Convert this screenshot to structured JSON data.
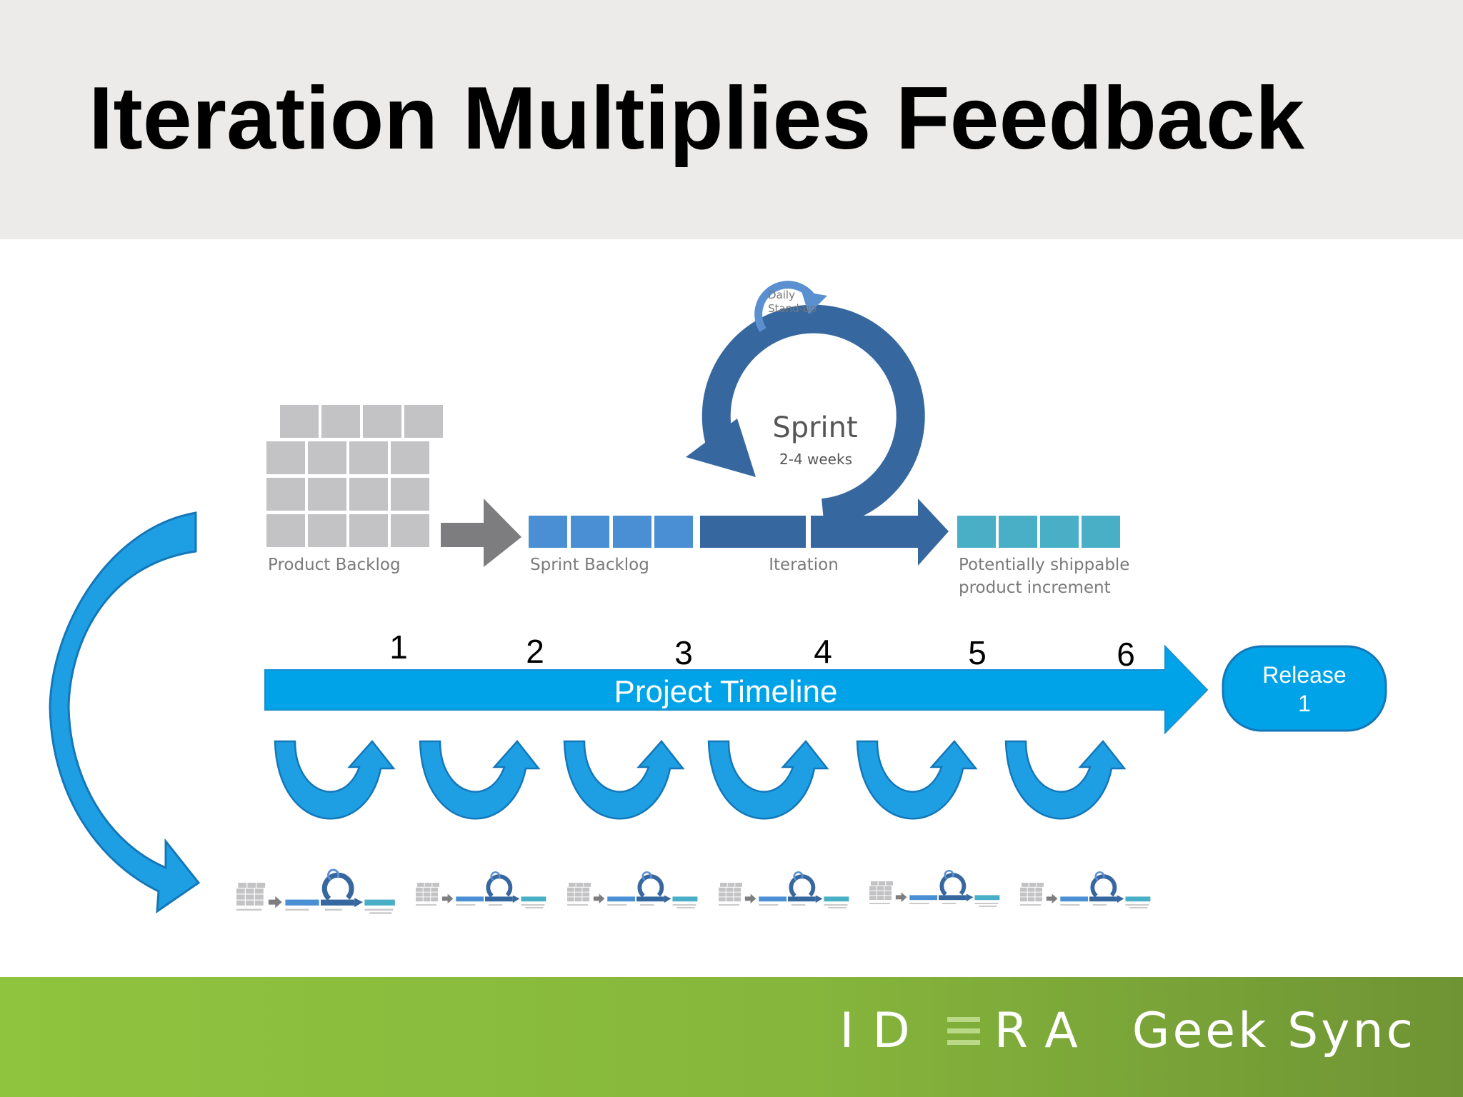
{
  "slide": {
    "title": "Iteration Multiplies Feedback"
  },
  "scrum": {
    "product_backlog": "Product Backlog",
    "sprint_backlog": "Sprint Backlog",
    "iteration": "Iteration",
    "increment_line1": "Potentially shippable",
    "increment_line2": "product increment",
    "sprint": "Sprint",
    "sprint_duration": "2-4 weeks",
    "daily_line1": "Daily",
    "daily_line2": "Stand-up"
  },
  "timeline": {
    "label": "Project Timeline",
    "iterations": [
      "1",
      "2",
      "3",
      "4",
      "5",
      "6"
    ],
    "release_line1": "Release",
    "release_line2": "1"
  },
  "footer": {
    "brand_ide": "ID",
    "brand_ra": "RA",
    "brand_product": "Geek Sync"
  },
  "colors": {
    "timeline_blue": "#00a3e8",
    "scrum_dark_blue": "#36679f",
    "scrum_mid_blue": "#4a8fd4",
    "increment_teal": "#49afc6",
    "backlog_gray": "#c3c3c5",
    "footer_green": "#8fc43e"
  }
}
